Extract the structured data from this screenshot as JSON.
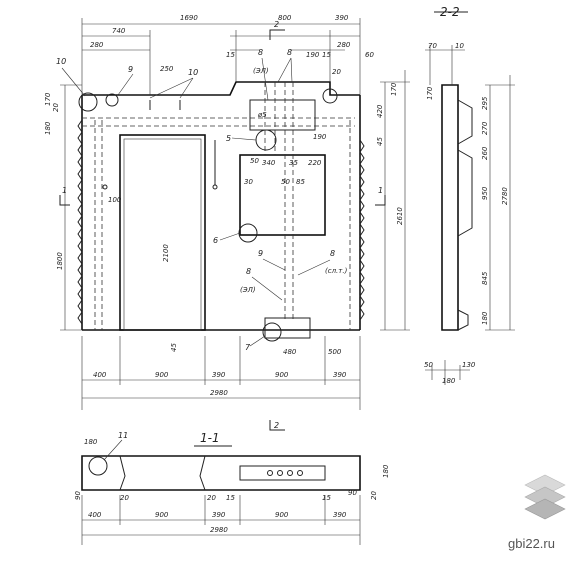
{
  "front_view": {
    "top_dims": [
      "1690",
      "740",
      "280",
      "800",
      "390",
      "280",
      "60",
      "15",
      "190",
      "15",
      "20"
    ],
    "bottom_dims": [
      "400",
      "900",
      "390",
      "900",
      "390"
    ],
    "total_width": "2980",
    "left_dims": [
      "170",
      "20",
      "180",
      "1800"
    ],
    "right_dims": [
      "170",
      "420",
      "45",
      "2610"
    ],
    "inner_dims": [
      "2100",
      "100",
      "45",
      "480",
      "500",
      "340",
      "35",
      "220",
      "30",
      "50",
      "85",
      "50",
      "190",
      "250",
      "ø5"
    ],
    "labels": [
      "(ЭЛ)",
      "(сл.т.)",
      "(ЭЛ)"
    ],
    "callouts": [
      "10",
      "9",
      "10",
      "8",
      "8",
      "5",
      "6",
      "9",
      "8",
      "8",
      "7"
    ],
    "section_marks": [
      "2",
      "2",
      "1",
      "1"
    ]
  },
  "section_2_2": {
    "title": "2-2",
    "top_dims": [
      "70",
      "10"
    ],
    "left_dim": "170",
    "right_dims": [
      "295",
      "270",
      "260",
      "950",
      "845",
      "180"
    ],
    "overall": "2780",
    "bottom_dims": [
      "50",
      "130",
      "180"
    ]
  },
  "section_1_1": {
    "title": "1-1",
    "callout": "11",
    "dims": [
      "180",
      "90",
      "20",
      "20",
      "15",
      "15",
      "90",
      "20",
      "180"
    ],
    "bottom_dims": [
      "400",
      "900",
      "390",
      "900",
      "390"
    ],
    "total_width": "2980"
  },
  "watermark": "gbi22.ru"
}
